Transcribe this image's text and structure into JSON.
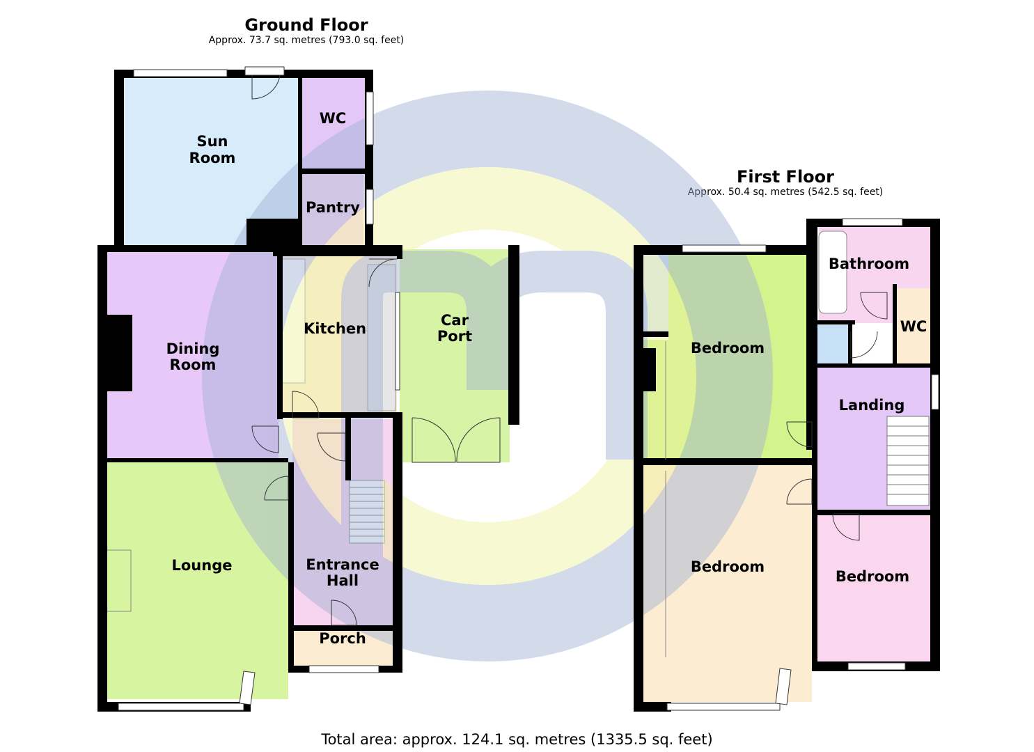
{
  "ground_floor": {
    "title": "Ground Floor",
    "area": "Approx. 73.7 sq. metres (793.0 sq. feet)"
  },
  "first_floor": {
    "title": "First Floor",
    "area": "Approx. 50.4 sq. metres (542.5 sq. feet)"
  },
  "total_area": "Total area: approx. 124.1 sq. metres (1335.5 sq. feet)",
  "rooms": {
    "sun_room": [
      "Sun",
      "Room"
    ],
    "wc_ground": "WC",
    "pantry": "Pantry",
    "dining_room": [
      "Dining",
      "Room"
    ],
    "kitchen": "Kitchen",
    "car_port": [
      "Car",
      "Port"
    ],
    "lounge": "Lounge",
    "entrance_hall": [
      "Entrance",
      "Hall"
    ],
    "porch": "Porch",
    "bathroom": "Bathroom",
    "wc_first": "WC",
    "bedroom_rear": "Bedroom",
    "landing": "Landing",
    "bedroom_front": "Bedroom",
    "bedroom_small": "Bedroom"
  },
  "colors": {
    "wall": "#000000",
    "sun_room": "#d6ecfb",
    "wc": "#e3c8f7",
    "pantry": "#f9d7ef",
    "dining": "#e8c8f8",
    "kitchen": "#fbecd9",
    "car_port": "#d7f3a5",
    "lounge": "#d7f5a0",
    "hall": "#f7d4ef",
    "porch": "#fbecd1",
    "bathroom": "#f9d6ef",
    "bedroom_green": "#d3f38c",
    "bedroom_cream": "#fbecd2",
    "bedroom_pink": "#fad6ef",
    "landing": "#e3c7f7",
    "watermark_blue": "#9fb0d4",
    "watermark_yellow": "#f0f2a8"
  }
}
